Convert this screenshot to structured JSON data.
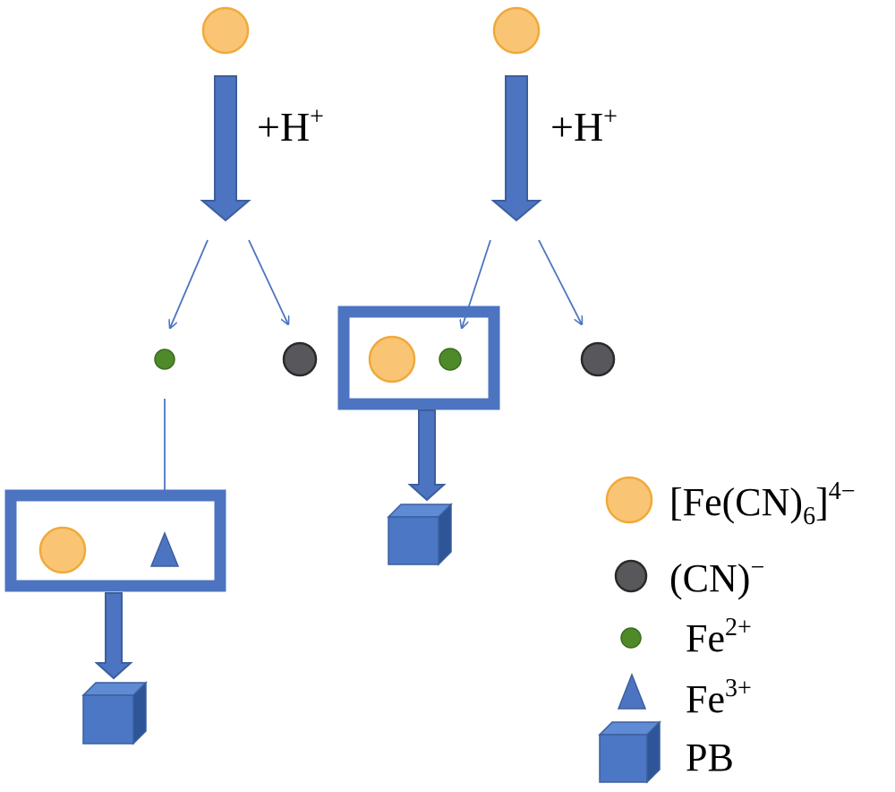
{
  "reaction": {
    "left_reagent": "+H",
    "left_reagent_charge": "+",
    "right_reagent": "+H",
    "right_reagent_charge": "+"
  },
  "legend": {
    "ferrocyanide": {
      "main": "[Fe(CN)",
      "sub": "6",
      "close": "]",
      "sup": "4−"
    },
    "cyanide": {
      "main": "(CN)",
      "sup": "−"
    },
    "fe2": {
      "main": "Fe",
      "sup": "2+"
    },
    "fe3": {
      "main": "Fe",
      "sup": "3+"
    },
    "pb": {
      "main": "PB"
    }
  },
  "colors": {
    "ferrocyanide_fill": "#f9c575",
    "ferrocyanide_stroke": "#f0a93a",
    "cyanide_fill": "#58585c",
    "fe2_fill": "#4f8a2a",
    "blue": "#4c74c0",
    "blue_dark": "#3c5e9e",
    "cube_front": "#4b77c4",
    "cube_top": "#5f8ad4",
    "cube_side": "#2d5597"
  }
}
